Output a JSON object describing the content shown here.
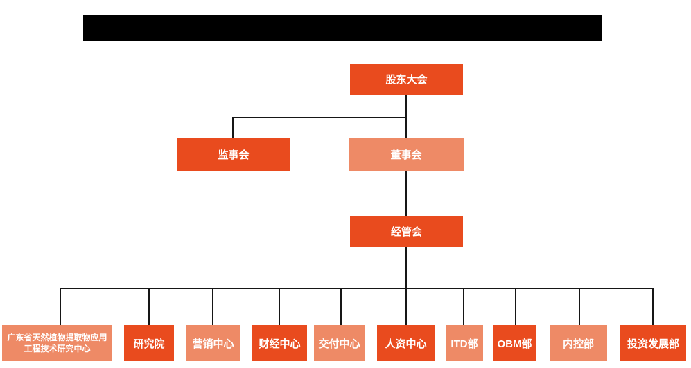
{
  "colors": {
    "node_dark_orange": "#E94B1E",
    "node_light_orange": "#EE8A66",
    "connector_line": "#161616",
    "redacted_bar": "#000000",
    "background": "#FFFFFF",
    "node_text": "#FFFFFF"
  },
  "org_chart": {
    "root": {
      "label": "股东大会"
    },
    "level2": [
      {
        "label": "监事会"
      },
      {
        "label": "董事会"
      }
    ],
    "level3": {
      "label": "经管会"
    },
    "departments": [
      {
        "label": "广东省天然植物提取物应用工程技术研究中心"
      },
      {
        "label": "研究院"
      },
      {
        "label": "营销中心"
      },
      {
        "label": "财经中心"
      },
      {
        "label": "交付中心"
      },
      {
        "label": "人资中心"
      },
      {
        "label": "ITD部"
      },
      {
        "label": "OBM部"
      },
      {
        "label": "内控部"
      },
      {
        "label": "投资发展部"
      }
    ]
  }
}
